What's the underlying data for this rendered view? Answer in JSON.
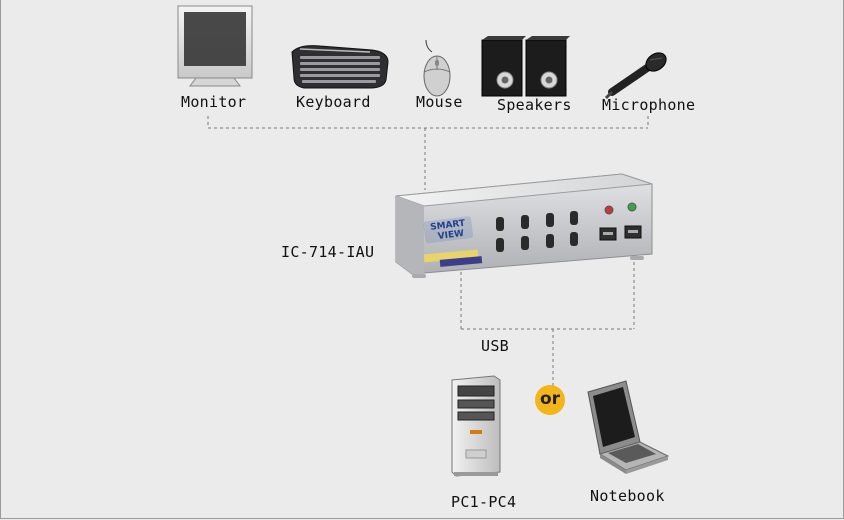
{
  "devices": {
    "monitor": "Monitor",
    "keyboard": "Keyboard",
    "mouse": "Mouse",
    "speakers": "Speakers",
    "microphone": "Microphone"
  },
  "switch": {
    "model": "IC-714-IAU",
    "logo_line1": "SMART",
    "logo_line2": "VIEW"
  },
  "connection": {
    "label": "USB",
    "or_label": "or"
  },
  "computers": {
    "pc": "PC1-PC4",
    "notebook": "Notebook"
  },
  "colors": {
    "background": "#ebebeb",
    "or_badge": "#f2b51a",
    "switch_body": "#c9cbce",
    "line": "#777777"
  }
}
